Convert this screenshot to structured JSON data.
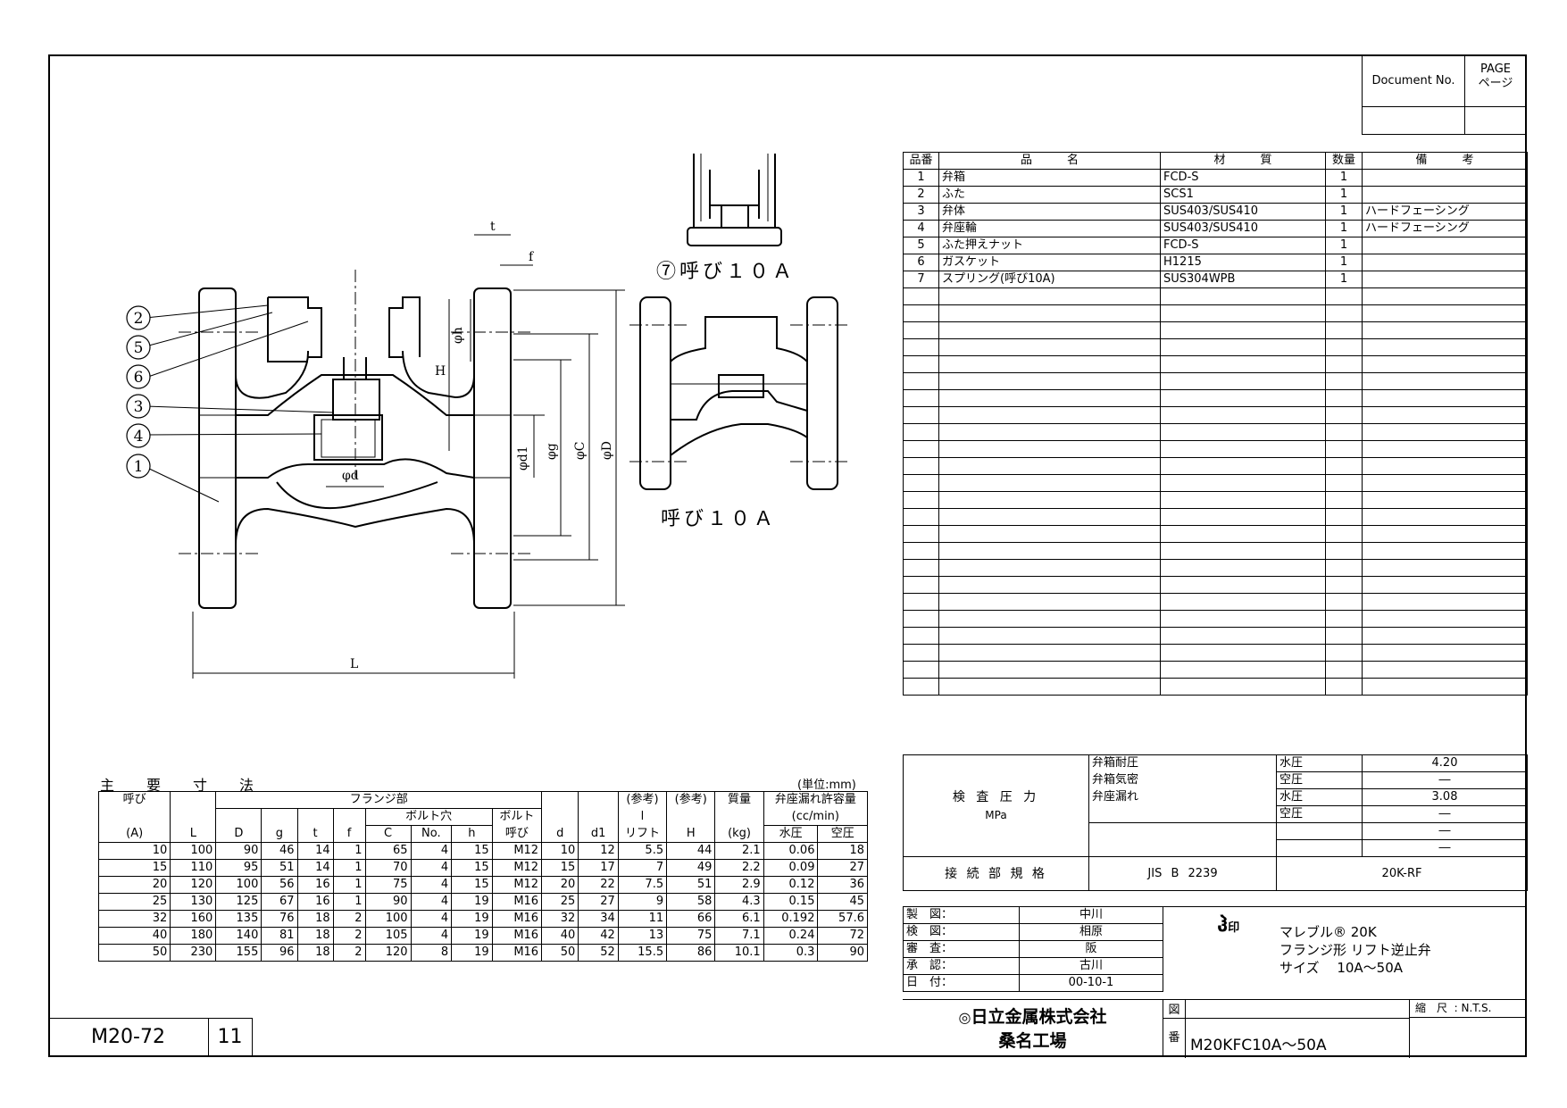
{
  "header": {
    "doc_no_label": "Document No.",
    "page_label_en": "PAGE",
    "page_label_jp": "ページ"
  },
  "drawing": {
    "callouts": [
      "2",
      "5",
      "6",
      "3",
      "4",
      "1"
    ],
    "dim_labels": {
      "L": "L",
      "t": "t",
      "f": "f",
      "h": "φh",
      "H": "H",
      "d1": "φd1",
      "g": "φg",
      "C": "φC",
      "D": "φD",
      "d": "φd"
    },
    "view_label_top": "⑦呼び１０Ａ",
    "view_label_side": "呼び１０Ａ"
  },
  "parts": {
    "headers": [
      "品番",
      "品　　　名",
      "材　　　質",
      "数量",
      "備　　　考"
    ],
    "rows": [
      {
        "no": "1",
        "name": "弁箱",
        "material": "FCD-S",
        "qty": "1",
        "note": ""
      },
      {
        "no": "2",
        "name": "ふた",
        "material": "SCS1",
        "qty": "1",
        "note": ""
      },
      {
        "no": "3",
        "name": "弁体",
        "material": "SUS403/SUS410",
        "qty": "1",
        "note": "ハードフェーシング"
      },
      {
        "no": "4",
        "name": "弁座輪",
        "material": "SUS403/SUS410",
        "qty": "1",
        "note": "ハードフェーシング"
      },
      {
        "no": "5",
        "name": "ふた押えナット",
        "material": "FCD-S",
        "qty": "1",
        "note": ""
      },
      {
        "no": "6",
        "name": "ガスケット",
        "material": "H1215",
        "qty": "1",
        "note": ""
      },
      {
        "no": "7",
        "name": "スプリング(呼び10A)",
        "material": "SUS304WPB",
        "qty": "1",
        "note": ""
      }
    ]
  },
  "inspection": {
    "title": "検 査 圧 力",
    "unit": "MPa",
    "items": [
      {
        "label": "弁箱耐圧",
        "medium": "水圧",
        "value": "4.20"
      },
      {
        "label": "弁箱気密",
        "medium": "空圧",
        "value": "―"
      },
      {
        "label": "弁座漏れ",
        "medium": "水圧",
        "value": "3.08"
      },
      {
        "label": "",
        "medium": "空圧",
        "value": "―"
      },
      {
        "label": "",
        "medium": "",
        "value": "―"
      },
      {
        "label": "",
        "medium": "",
        "value": "―"
      }
    ]
  },
  "connection": {
    "label": "接 続 部 規 格",
    "standard": "JIS B 2239",
    "rating": "20K-RF"
  },
  "approvals": [
    {
      "role": "製　図：",
      "name": "中川"
    },
    {
      "role": "検　図：",
      "name": "相原"
    },
    {
      "role": "審　査：",
      "name": "阪"
    },
    {
      "role": "承　認：",
      "name": "古川"
    },
    {
      "role": "日　付：",
      "name": "00-10-1"
    }
  ],
  "product": {
    "brand_mark": "印",
    "line1": "マレブル® 20K",
    "line2": "フランジ形 リフト逆止弁",
    "line3": "サイズ　 10A～50A"
  },
  "company": {
    "name": "日立金属株式会社",
    "factory": "桑名工場"
  },
  "drawing_no": {
    "zu_label": "図",
    "ban_label": "番",
    "number": "M20KFC10A～50A",
    "scale_label": "縮　尺",
    "scale_value": "N.T.S."
  },
  "footer": {
    "code": "M20-72",
    "page": "11"
  },
  "dimensions": {
    "title": "主　要　寸　法",
    "unit": "(単位:mm)",
    "group_flange": "フランジ部",
    "group_bolthole": "ボルト穴",
    "h_nominal": "呼び",
    "h_nominal_unit": "(A)",
    "h_bolt": "ボルト",
    "h_bolt2": "呼び",
    "h_ref1": "(参考)",
    "h_lift": "リフト",
    "h_lift_sym": "l",
    "h_ref2": "(参考)",
    "h_mass": "質量",
    "h_mass_unit": "(kg)",
    "h_leak": "弁座漏れ許容量",
    "h_leak_unit": "(cc/min)",
    "h_water": "水圧",
    "h_air": "空圧",
    "cols": [
      "L",
      "D",
      "g",
      "t",
      "f",
      "C",
      "No.",
      "h",
      "d",
      "d1",
      "H"
    ],
    "rows": [
      [
        "10",
        "100",
        "90",
        "46",
        "14",
        "1",
        "65",
        "4",
        "15",
        "M12",
        "10",
        "12",
        "5.5",
        "44",
        "2.1",
        "0.06",
        "18"
      ],
      [
        "15",
        "110",
        "95",
        "51",
        "14",
        "1",
        "70",
        "4",
        "15",
        "M12",
        "15",
        "17",
        "7",
        "49",
        "2.2",
        "0.09",
        "27"
      ],
      [
        "20",
        "120",
        "100",
        "56",
        "16",
        "1",
        "75",
        "4",
        "15",
        "M12",
        "20",
        "22",
        "7.5",
        "51",
        "2.9",
        "0.12",
        "36"
      ],
      [
        "25",
        "130",
        "125",
        "67",
        "16",
        "1",
        "90",
        "4",
        "19",
        "M16",
        "25",
        "27",
        "9",
        "58",
        "4.3",
        "0.15",
        "45"
      ],
      [
        "32",
        "160",
        "135",
        "76",
        "18",
        "2",
        "100",
        "4",
        "19",
        "M16",
        "32",
        "34",
        "11",
        "66",
        "6.1",
        "0.192",
        "57.6"
      ],
      [
        "40",
        "180",
        "140",
        "81",
        "18",
        "2",
        "105",
        "4",
        "19",
        "M16",
        "40",
        "42",
        "13",
        "75",
        "7.1",
        "0.24",
        "72"
      ],
      [
        "50",
        "230",
        "155",
        "96",
        "18",
        "2",
        "120",
        "8",
        "19",
        "M16",
        "50",
        "52",
        "15.5",
        "86",
        "10.1",
        "0.3",
        "90"
      ]
    ]
  }
}
